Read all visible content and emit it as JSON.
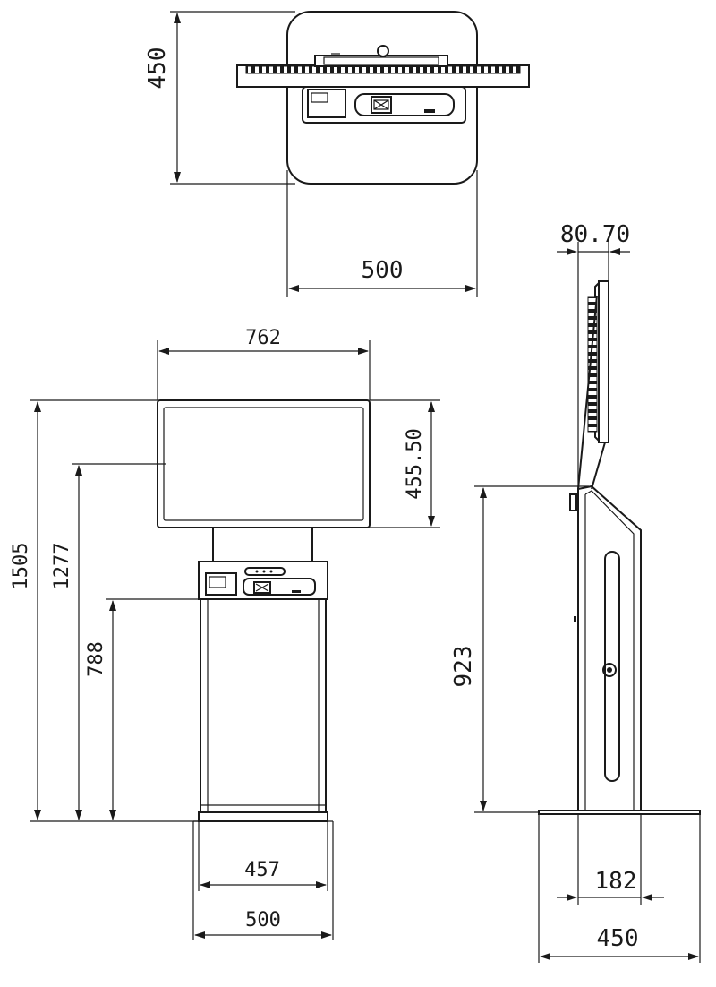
{
  "dimensions": {
    "top_depth": "450",
    "top_width": "500",
    "front_screen_width": "762",
    "front_screen_height": "455.50",
    "front_total_height": "1505",
    "front_screen_center_height": "1277",
    "front_console_height": "788",
    "front_base_inner": "457",
    "front_base_outer": "500",
    "side_panel_thickness": "80.70",
    "side_body_height": "923",
    "side_column_depth": "182",
    "side_base_depth": "450"
  },
  "colors": {
    "line": "#1a1a1a",
    "background": "#ffffff"
  }
}
